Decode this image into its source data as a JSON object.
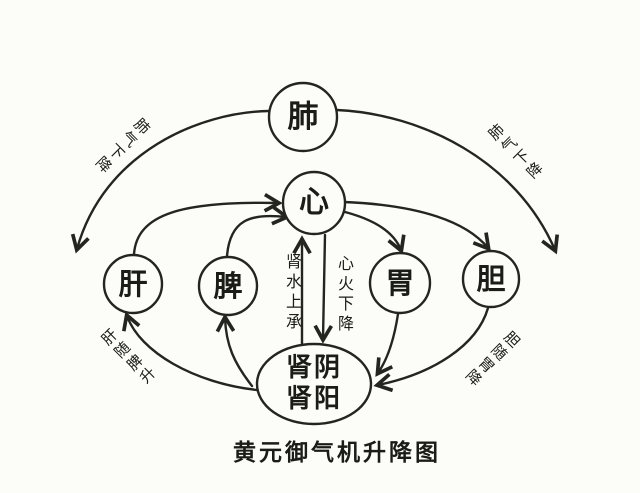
{
  "title": "黄元御气机升降图",
  "colors": {
    "ink": "#25251f",
    "bg": "#fcfcf9",
    "text": "#1c1c16"
  },
  "nodes": {
    "lung": {
      "label": "肺"
    },
    "heart": {
      "label": "心"
    },
    "liver": {
      "label": "肝"
    },
    "spleen": {
      "label": "脾"
    },
    "stomach": {
      "label": "胃"
    },
    "gallbladder": {
      "label": "胆"
    },
    "kidney": {
      "label_line1": "肾阴",
      "label_line2": "肾阳"
    }
  },
  "edge_labels": {
    "left_outer": "肺气下降",
    "right_outer": "肺气下降",
    "kidney_water_ascends": "肾水上承",
    "heart_fire_descends": "心火下降",
    "liver_rises_with_spleen": "肝随脾升",
    "gallbladder_descends_with_stomach": "胆随胃降"
  },
  "edges": [
    {
      "from": "肺",
      "to": "左下方",
      "label": "肺气下降",
      "direction": "down"
    },
    {
      "from": "肺",
      "to": "右下方",
      "label": "肺气下降",
      "direction": "down"
    },
    {
      "from": "肝",
      "to": "心",
      "label": "",
      "direction": "up"
    },
    {
      "from": "脾",
      "to": "心",
      "label": "",
      "direction": "up"
    },
    {
      "from": "肾阴肾阳",
      "to": "心",
      "label": "肾水上承",
      "direction": "up"
    },
    {
      "from": "心",
      "to": "肾阴肾阳",
      "label": "心火下降",
      "direction": "down"
    },
    {
      "from": "心",
      "to": "胃",
      "label": "",
      "direction": "down"
    },
    {
      "from": "心",
      "to": "胆",
      "label": "",
      "direction": "down"
    },
    {
      "from": "胃",
      "to": "肾阴肾阳",
      "label": "",
      "direction": "down"
    },
    {
      "from": "胆",
      "to": "肾阴肾阳",
      "label": "胆随胃降",
      "direction": "down"
    },
    {
      "from": "肾阴肾阳",
      "to": "肝",
      "label": "肝随脾升",
      "direction": "up"
    },
    {
      "from": "肾阴肾阳",
      "to": "脾",
      "label": "",
      "direction": "up"
    }
  ],
  "caption": "黄元御气机升降图"
}
